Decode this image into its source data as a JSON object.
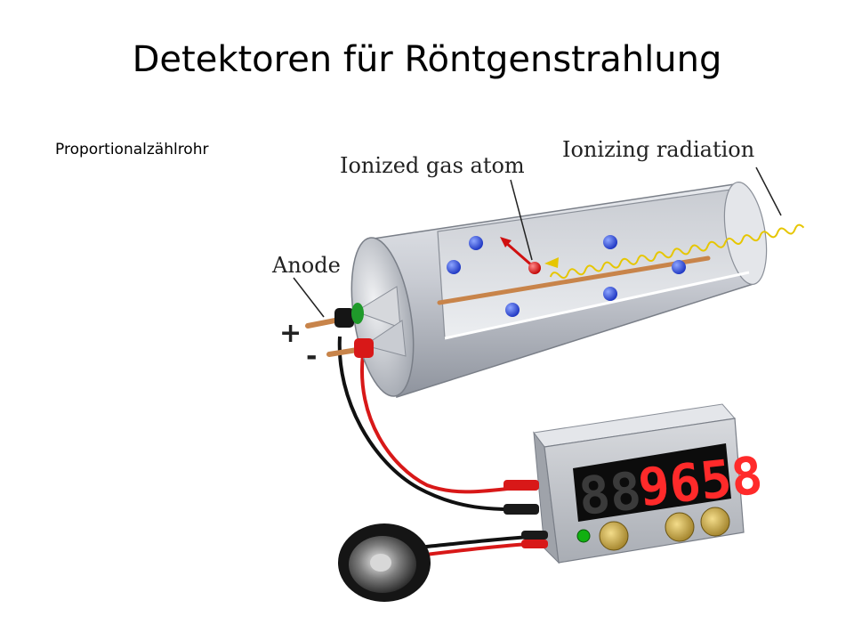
{
  "title": "Detektoren für Röntgenstrahlung",
  "caption": "Proportionalzählrohr",
  "diagram": {
    "label_ionized_gas_atom": "Ionized gas atom",
    "label_ionizing_radiation": "Ionizing radiation",
    "label_anode": "Anode",
    "sign_plus": "+",
    "sign_minus": "-",
    "counter_unlit": "88",
    "counter_lit": "9658"
  },
  "colors": {
    "tube": "#cfd2d8",
    "gas_atom": "#1f3fd8",
    "ion": "#e01010",
    "radiation": "#e6c600",
    "anode_wire": "#c8844a",
    "red_wire": "#d81818",
    "black_wire": "#111111",
    "display_lit": "#ff2a2a",
    "display_unlit": "#3a3a3a",
    "led": "#11b011",
    "knob": "#c9a33a"
  }
}
